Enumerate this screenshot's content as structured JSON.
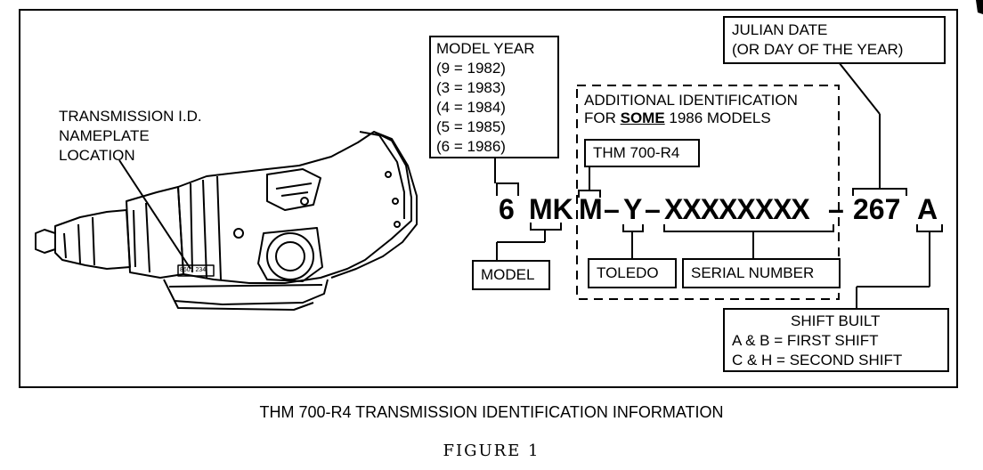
{
  "transmission_label": [
    "TRANSMISSION I.D.",
    "NAMEPLATE",
    "LOCATION"
  ],
  "plate_text": "8601 234",
  "model_year": {
    "title": "MODEL YEAR",
    "lines": [
      "(9  =  1982)",
      "(3  =  1983)",
      "(4  =  1984)",
      "(5  =  1985)",
      "(6  =  1986)"
    ]
  },
  "additional": {
    "line1": "ADDITIONAL IDENTIFICATION",
    "line2_pre": "FOR ",
    "line2_emph": "SOME",
    "line2_post": " 1986 MODELS"
  },
  "thm_box": "THM 700-R4",
  "julian": [
    "JULIAN DATE",
    "(OR DAY OF THE YEAR)"
  ],
  "code": {
    "year": "6",
    "model": "MK",
    "m": "M",
    "dash1": "–",
    "y": "Y",
    "dash2": "–",
    "serial": "XXXXXXXX",
    "dash3": "–",
    "day": "267",
    "shift": "A"
  },
  "model_box": "MODEL",
  "toledo_box": "TOLEDO",
  "serial_box": "SERIAL NUMBER",
  "shift_built": {
    "title": "SHIFT BUILT",
    "line1": "A & B  =  FIRST SHIFT",
    "line2": "C & H  =  SECOND SHIFT"
  },
  "caption": "THM 700-R4 TRANSMISSION IDENTIFICATION INFORMATION",
  "figure": "FIGURE 1"
}
